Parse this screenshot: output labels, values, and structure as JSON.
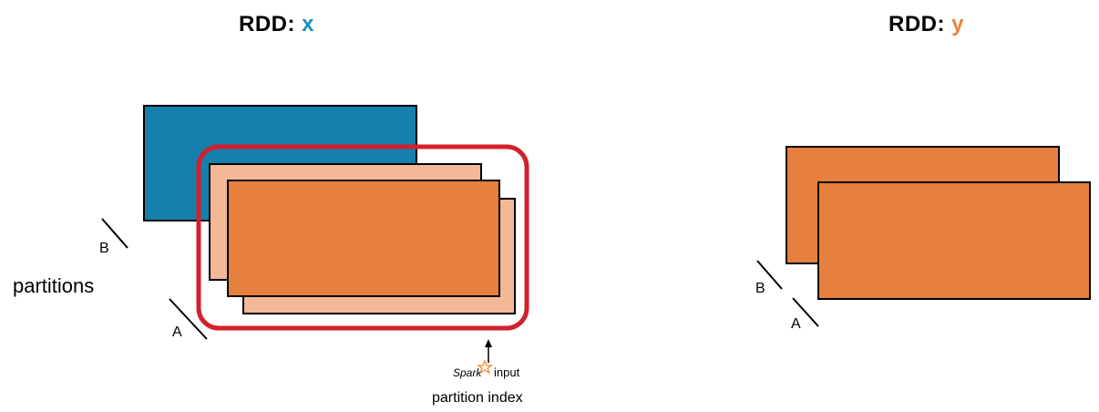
{
  "colors": {
    "blue": "#1580ad",
    "orange": "#e6803f",
    "light_orange": "#f3b896",
    "red": "#d4202c",
    "x_name": "#1d8fbf",
    "y_name": "#e8843e",
    "star": "#f28c28"
  },
  "left": {
    "title_prefix": "RDD: ",
    "title_name": "x",
    "label_b": "B",
    "label_a": "A",
    "partitions_label": "partitions",
    "logo_text": "Spark",
    "input_text": "input",
    "index_text": "partition index"
  },
  "right": {
    "title_prefix": "RDD: ",
    "title_name": "y",
    "label_b": "B",
    "label_a": "A"
  }
}
